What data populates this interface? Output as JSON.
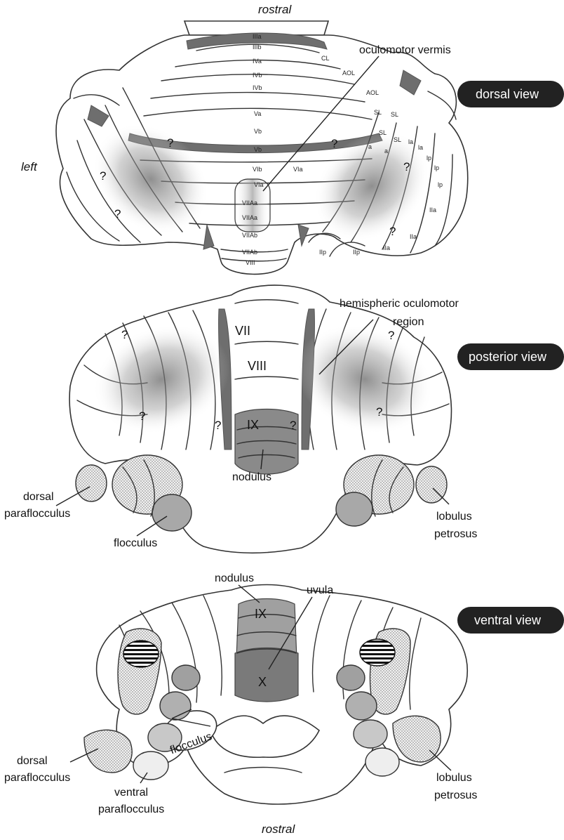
{
  "orientation": {
    "top": "rostral",
    "bottom": "rostral",
    "side": "left"
  },
  "views": {
    "dorsal": "dorsal view",
    "posterior": "posterior view",
    "ventral": "ventral view"
  },
  "dorsal_labels": {
    "oculomotor_vermis": "oculomotor vermis",
    "IIIa": "IIIa",
    "IIIb": "IIIb",
    "IVa": "IVa",
    "IVb_1": "IVb",
    "IVb_2": "IVb",
    "Va": "Va",
    "Vb_1": "Vb",
    "Vb_2": "Vb",
    "VIb": "VIb",
    "VIa_1": "VIa",
    "VIa_2": "VIa",
    "VIIAa_1": "VIIAa",
    "VIIAa_2": "VIIAa",
    "VIIAb_1": "VIIAb",
    "VIIAb_2": "VIIAb",
    "VIII": "VIII",
    "CL": "CL",
    "AOL_1": "AOL",
    "AOL_2": "AOL",
    "SL_1": "SL",
    "SL_2": "SL",
    "SL_3": "SL",
    "SL_4": "SL",
    "a_1": "a",
    "a_2": "a",
    "la_1": "la",
    "la_2": "la",
    "lp_1": "lp",
    "lp_2": "lp",
    "lp_3": "lp",
    "IIa_1": "IIa",
    "IIa_2": "IIa",
    "IIa_3": "IIa",
    "IIp_1": "IIp",
    "IIp_2": "IIp",
    "question": "?"
  },
  "posterior_labels": {
    "hemispheric": "hemispheric oculomotor",
    "region": "region",
    "VII": "VII",
    "VIII": "VIII",
    "IX": "IX",
    "nodulus": "nodulus",
    "dorsal": "dorsal",
    "paraflocculus": "paraflocculus",
    "flocculus": "flocculus",
    "lobulus": "lobulus",
    "petrosus": "petrosus",
    "question": "?"
  },
  "ventral_labels": {
    "nodulus": "nodulus",
    "uvula": "uvula",
    "IX": "IX",
    "X": "X",
    "flocculus": "flocculus",
    "dorsal": "dorsal",
    "paraflocculus": "paraflocculus",
    "ventral": "ventral",
    "lobulus": "lobulus",
    "petrosus": "petrosus"
  },
  "colors": {
    "pill": "#222222",
    "outline": "#333333",
    "dark_tissue": "#6e6e6e",
    "shading": "#9a9a9a",
    "checker": "#c8c8c8"
  }
}
